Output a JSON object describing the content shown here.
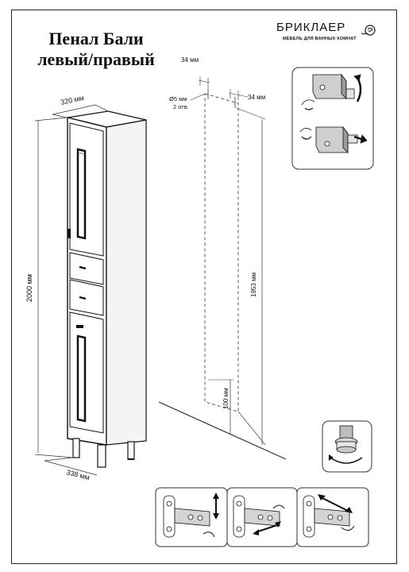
{
  "title": {
    "line1": "Пенал Бали",
    "line2": "левый/правый"
  },
  "brand": {
    "name": "БРИКЛАЕР",
    "slogan": "МЕБЕЛЬ ДЛЯ ВАННЫХ КОМНАТ"
  },
  "dimensions": {
    "width": "320 мм",
    "height": "2000 мм",
    "depth": "338 мм",
    "left_offset": "34 мм",
    "right_offset": "34 мм",
    "hole_diameter": "Ø5 мм",
    "hole_count": "2 отв.",
    "hole_spacing": "1953 мм",
    "floor_offset": "100 мм"
  },
  "icons": [
    "hinge-adjust-icon",
    "hinge-rotate-icon",
    "adjustable-leg-icon",
    "hinge-height-adjust-icon",
    "hinge-side-adjust-icon",
    "hinge-depth-adjust-icon"
  ]
}
